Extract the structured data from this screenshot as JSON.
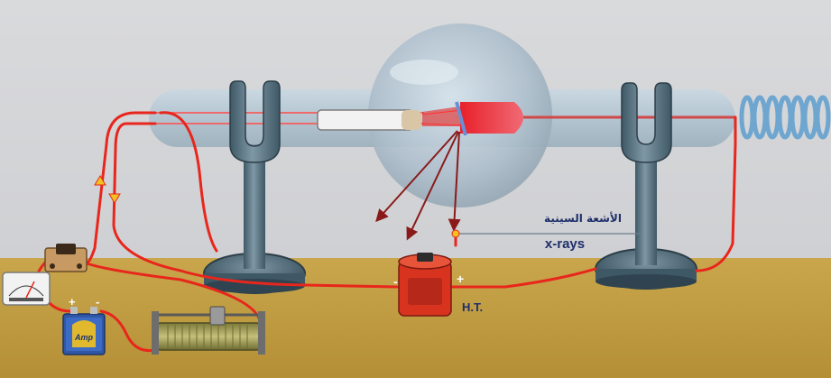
{
  "labels": {
    "rays_arabic": "الأشعة السينية",
    "rays_english": "x-rays",
    "high_tension": "H.T.",
    "battery_brand": "Amp",
    "plus": "+",
    "minus": "-"
  },
  "colors": {
    "wall": "#d6d6d8",
    "bench": "#c8a54a",
    "wire": "#e8261c",
    "stand": "#4f6978",
    "glass": "#b4c9d6",
    "coil": "#6fa6d0"
  }
}
